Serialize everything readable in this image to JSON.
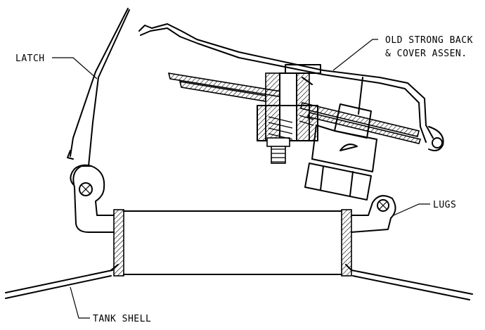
{
  "labels": {
    "latch": "LATCH",
    "strongback_line1": "OLD STRONG BACK",
    "strongback_line2": "& COVER ASSEN.",
    "lugs": "LUGS",
    "tank_shell": "TANK SHELL"
  },
  "icons": {
    "hinge_bolt_left": "bolt-icon",
    "hinge_bolt_right": "bolt-icon",
    "strongback_pin": "pin-icon"
  },
  "colors": {
    "line": "#000000",
    "background": "#ffffff"
  }
}
